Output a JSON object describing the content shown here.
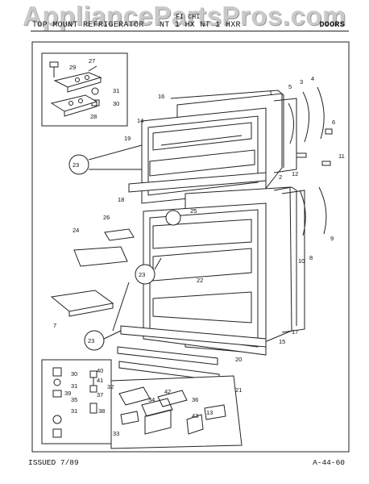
{
  "watermark": "AppliancePartsPros.com",
  "header": {
    "left": "TOP MOUNT REFRIGERATOR",
    "model_top": "FI CHI",
    "model": "NT 1 HX   NT 1 HXR",
    "section": "DOORS"
  },
  "footer": {
    "issued": "ISSUED 7/89",
    "page_code": "A-44-60"
  },
  "part_labels": [
    "29",
    "27",
    "31",
    "30",
    "28",
    "16",
    "1",
    "5",
    "3",
    "4",
    "6",
    "14",
    "19",
    "23",
    "2",
    "12",
    "11",
    "18",
    "25",
    "26",
    "24",
    "8",
    "9",
    "10",
    "22",
    "23",
    "7",
    "23",
    "17",
    "15",
    "20",
    "21",
    "30",
    "31",
    "40",
    "41",
    "39",
    "37",
    "35",
    "31",
    "36",
    "38",
    "32",
    "33",
    "34",
    "42",
    "43",
    "13"
  ]
}
